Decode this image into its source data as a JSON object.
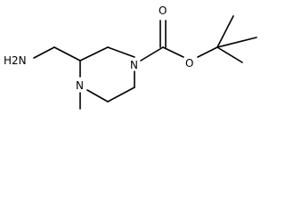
{
  "molecule": {
    "atoms": {
      "amine": "H2N",
      "ring_n_carbamate": "N",
      "ring_n_methyl": "N",
      "carbonyl_o": "O",
      "ester_o": "O"
    }
  }
}
